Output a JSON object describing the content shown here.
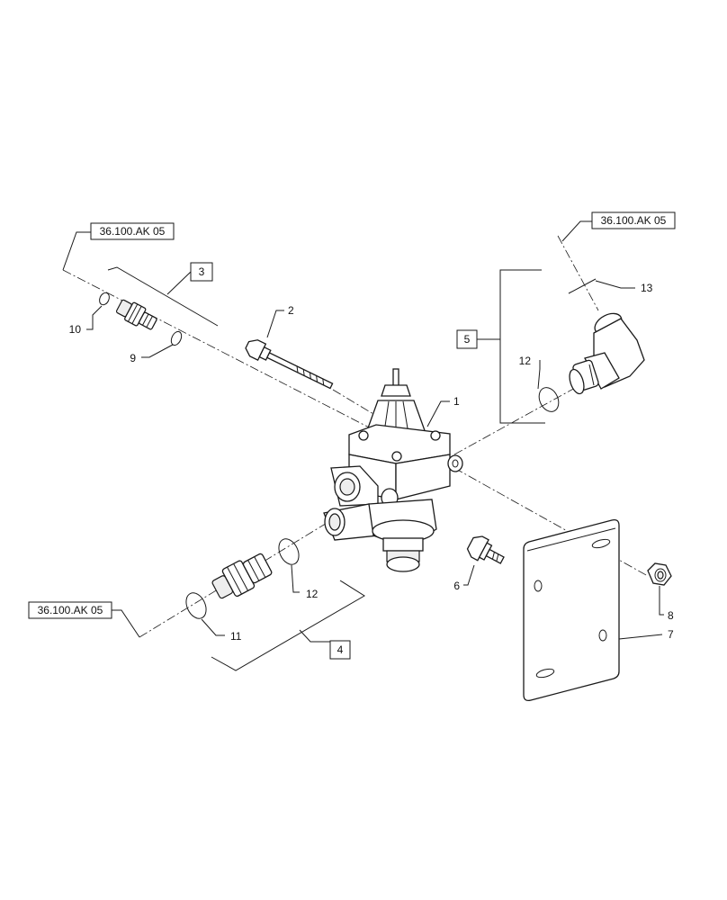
{
  "references": {
    "top_left": "36.100.AK 05",
    "top_right": "36.100.AK 05",
    "bottom_left": "36.100.AK 05"
  },
  "assemblies": {
    "a3": "3",
    "a4": "4",
    "a5": "5"
  },
  "callouts": {
    "c1": "1",
    "c2": "2",
    "c6": "6",
    "c7": "7",
    "c8": "8",
    "c9": "9",
    "c10": "10",
    "c11": "11",
    "c12a": "12",
    "c12b": "12",
    "c13": "13"
  }
}
